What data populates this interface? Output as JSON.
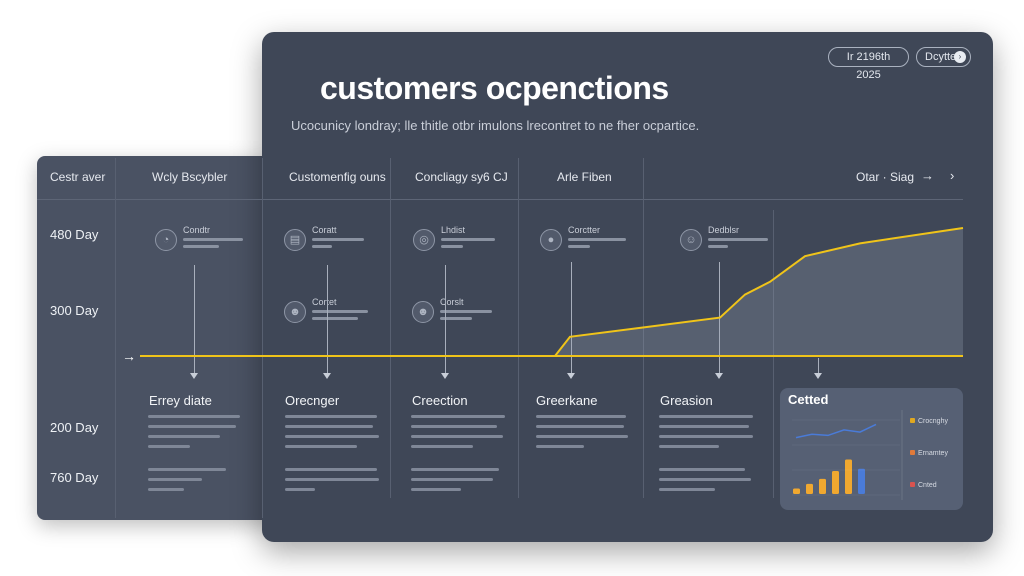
{
  "header": {
    "date_badge": "Ir 2196th 2025",
    "display_button": "Dcytte",
    "title": "customers ocpenctions",
    "subtitle": "Ucocunicy londray; lle thitle otbr imulons lrecontret to ne fher ocpartice."
  },
  "columns": [
    {
      "label": "Cestr aver"
    },
    {
      "label": "Wcly Bscybler"
    },
    {
      "label": "Customenfig ouns"
    },
    {
      "label": "Concliagy sy6 CJ"
    },
    {
      "label": "Arle Fiben"
    },
    {
      "label": "Otar · Siag"
    }
  ],
  "y_axis": [
    "480 Day",
    "300 Day",
    "200 Day",
    "760 Day"
  ],
  "personas_top": [
    "Condtr",
    "Coratt",
    "Lhdist",
    "Corctter",
    "Dedblsr"
  ],
  "personas_mid": [
    "Cortet",
    "Corslt"
  ],
  "stages": [
    {
      "title": "Errey diate"
    },
    {
      "title": "Orecnger"
    },
    {
      "title": "Creection"
    },
    {
      "title": "Greerkane"
    },
    {
      "title": "Greasion"
    }
  ],
  "mini_chart": {
    "title": "Cetted",
    "legend": [
      {
        "label": "Crocnghy",
        "color": "#e0a820"
      },
      {
        "label": "Ernamtey",
        "color": "#e07a3a"
      },
      {
        "label": "Cnted",
        "color": "#d9534f"
      }
    ]
  },
  "colors": {
    "accent": "#f0c419",
    "bar_orange": "#f0a830",
    "bar_blue": "#4a7bd8",
    "line_blue": "#4a7bd8"
  },
  "chart_data": {
    "type": "line",
    "title": "",
    "series": [
      {
        "values": [
          0.0,
          0.0,
          0.0,
          0.0,
          0.15,
          0.22,
          0.3,
          0.48,
          0.58,
          0.78,
          0.88,
          1.0
        ]
      }
    ],
    "minibars": [
      0.12,
      0.22,
      0.33,
      0.5,
      0.75,
      0.55
    ],
    "miniline": [
      0.2,
      0.35,
      0.3,
      0.55,
      0.45,
      0.8
    ]
  }
}
